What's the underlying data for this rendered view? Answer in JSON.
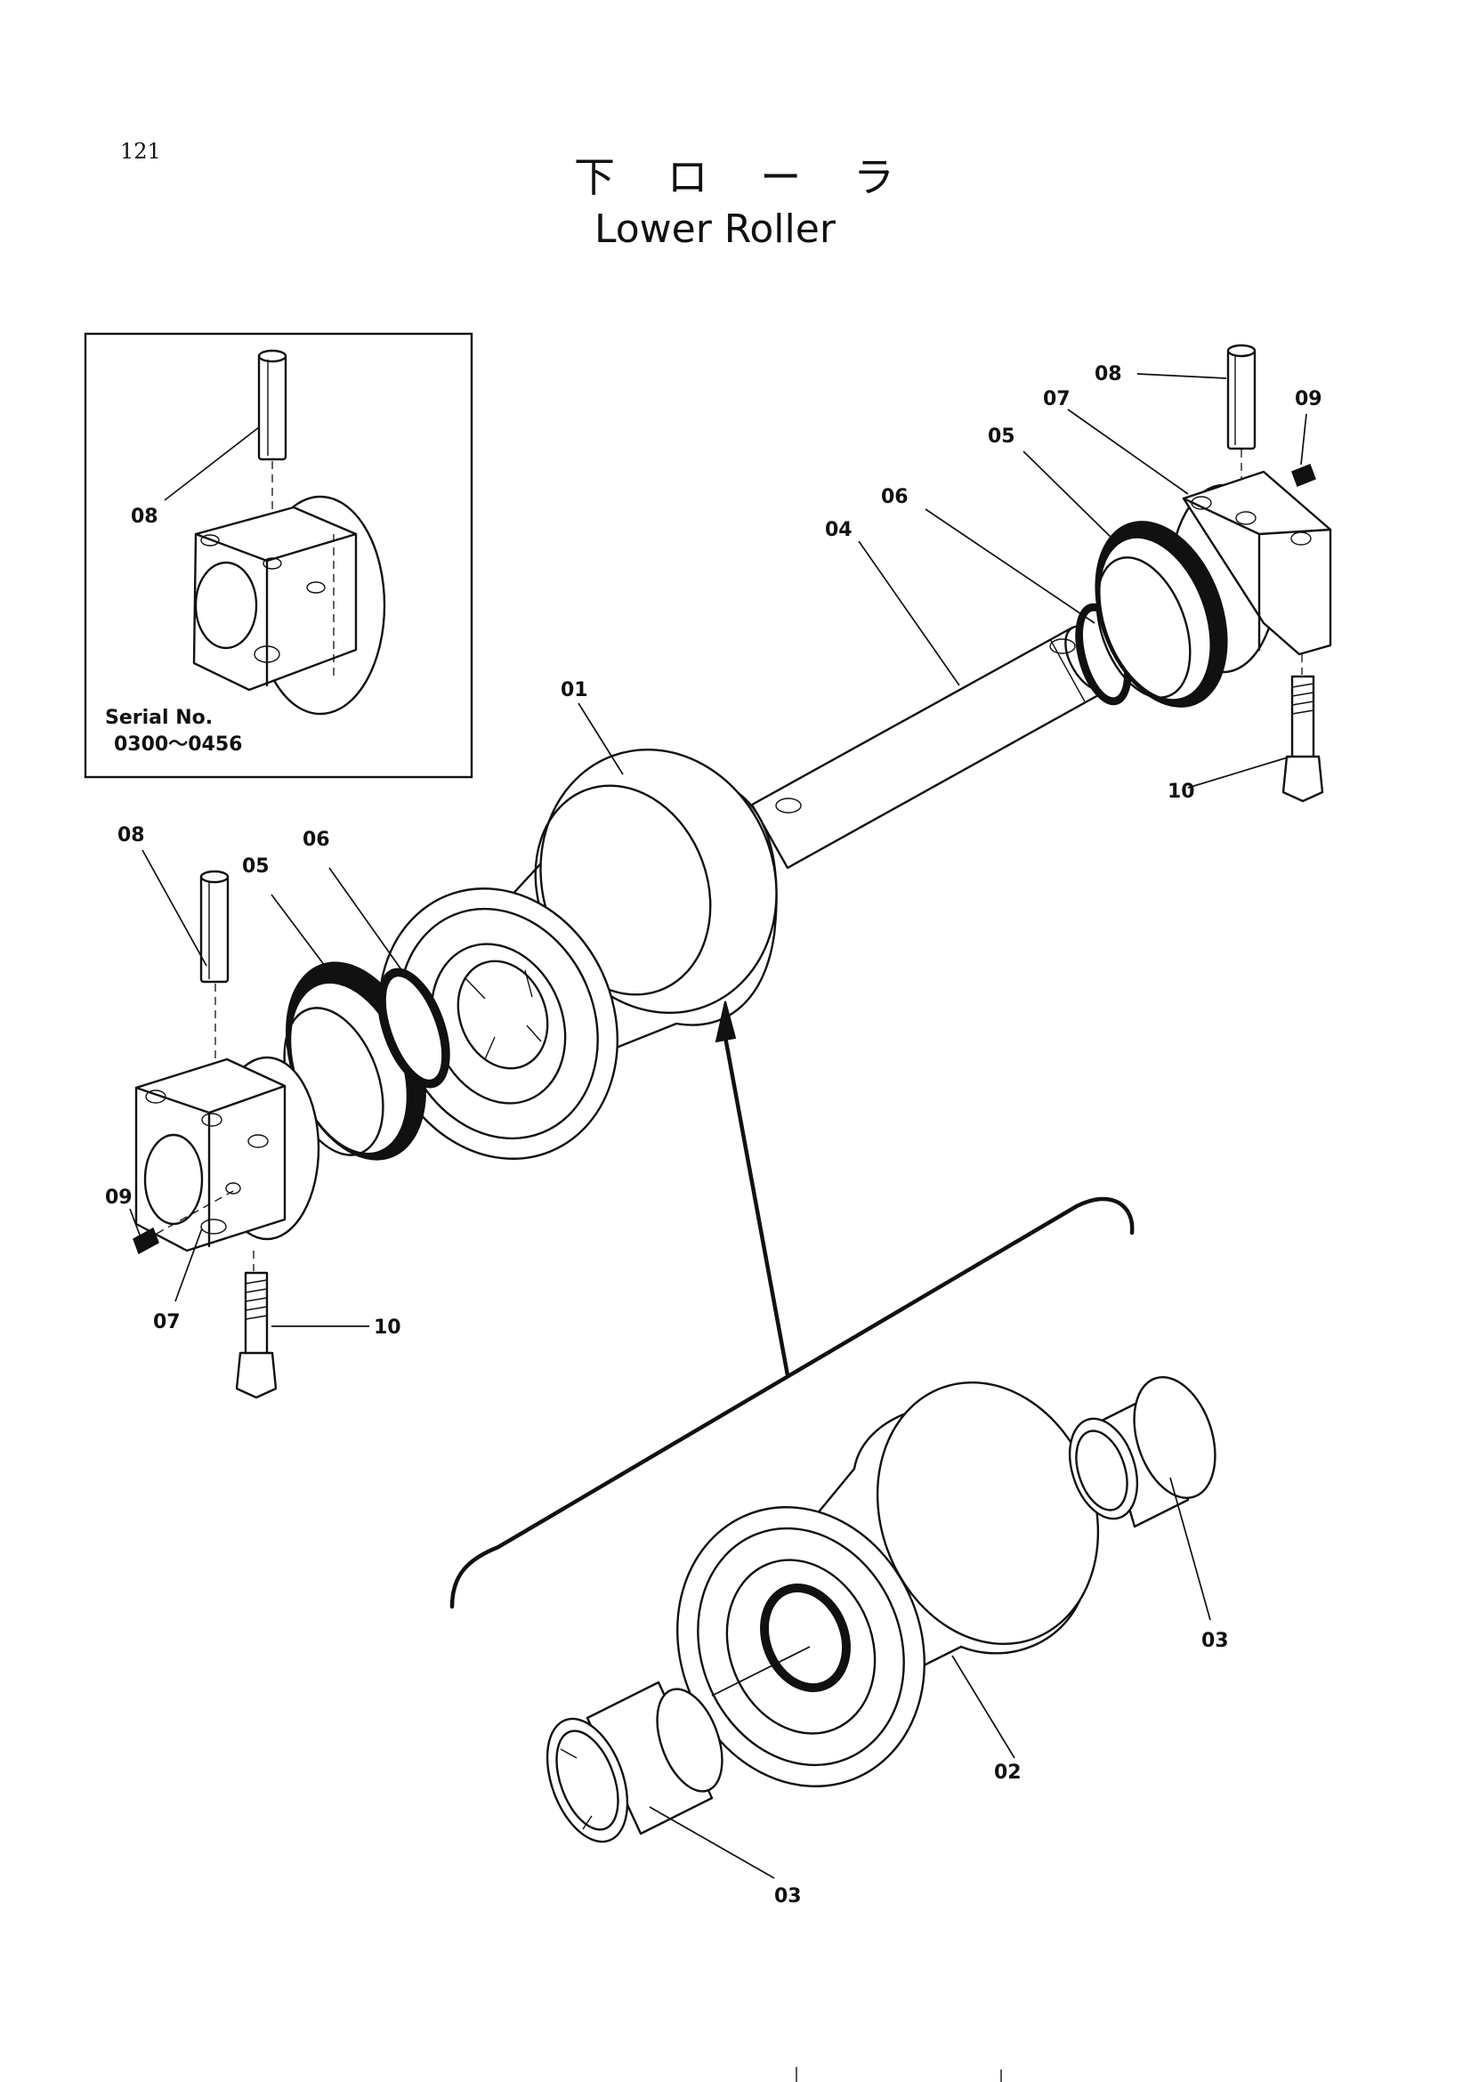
{
  "page_number": "121",
  "title_jp": "下 ロ ー ラ",
  "title_en": "Lower Roller",
  "inset": {
    "serial_label": "Serial No.",
    "serial_range": "0300〜0456",
    "part_label": "08"
  },
  "callouts": {
    "c01": "01",
    "c02": "02",
    "c03_right": "03",
    "c03_bottom": "03",
    "c04": "04",
    "c05_right": "05",
    "c05_left": "05",
    "c06_right": "06",
    "c06_left": "06",
    "c07_right": "07",
    "c07_left": "07",
    "c08_right": "08",
    "c08_left": "08",
    "c09_right": "09",
    "c09_left": "09",
    "c10_right": "10",
    "c10_left": "10"
  }
}
